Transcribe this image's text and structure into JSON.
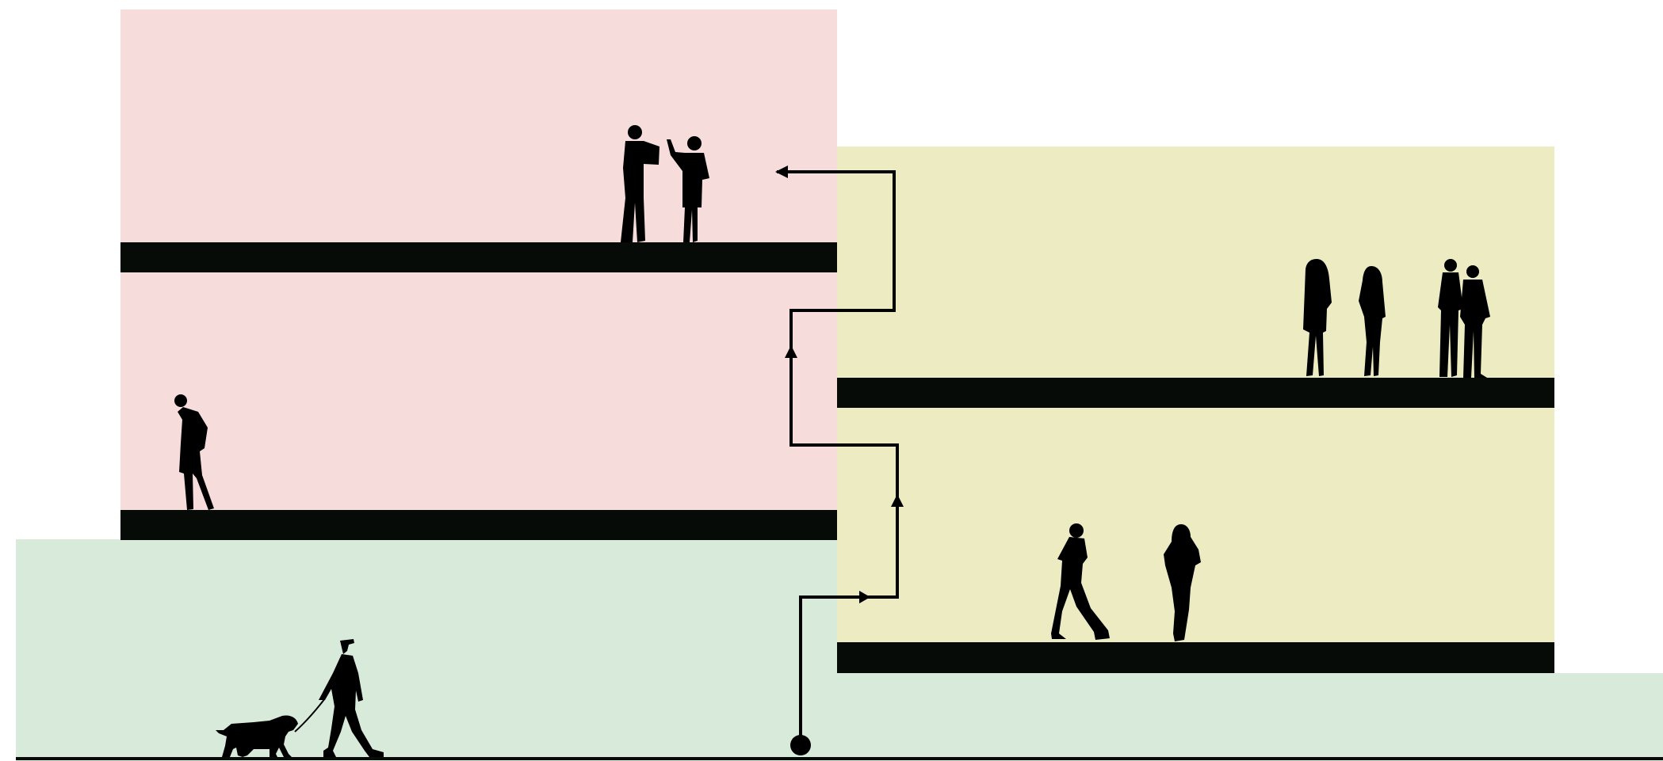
{
  "colors": {
    "background": "#ffffff",
    "upper_block": "#f7dcdc",
    "right_block": "#ecebc2",
    "ground_band": "#d8ebda",
    "slab": "#070b07",
    "figure": "#000000",
    "route": "#000000"
  },
  "icons": {
    "person": "person-silhouette-icon",
    "dog": "dog-silhouette-icon",
    "route_start": "route-start-dot-icon",
    "route_arrow": "arrowhead-icon"
  },
  "groups": {
    "top_floor_pair": [
      "person-reading",
      "person-gesturing"
    ],
    "middle_floor_left": [
      "person-walking"
    ],
    "right_upper_floor": [
      "person-standing",
      "person-standing",
      "couple-standing"
    ],
    "right_lower_floor": [
      "person-on-phone-walking",
      "person-on-phone-standing"
    ],
    "ground": [
      "dog",
      "person-walking-dog"
    ]
  }
}
